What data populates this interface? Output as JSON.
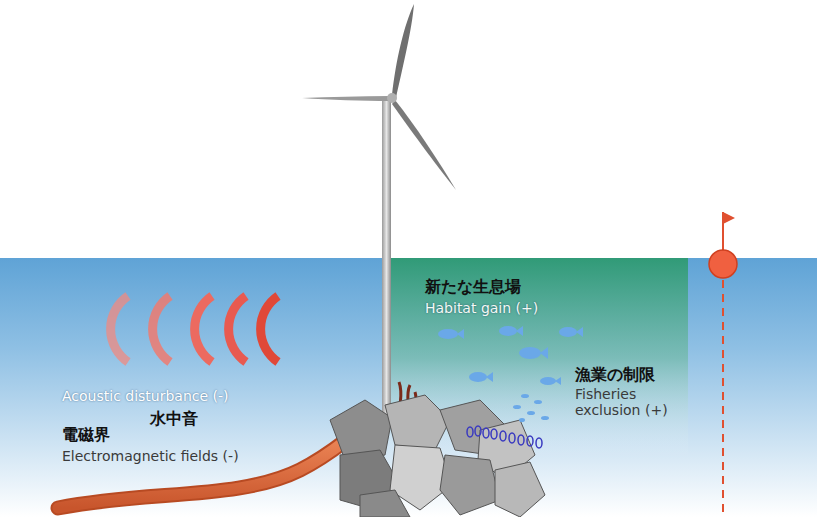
{
  "diagram": {
    "labels": [
      "新たな生息場",
      "Habitat gain (+)",
      "Acoustic disturbance (-)",
      "水中音",
      "漁業の制限",
      "Fisheries exclusion (+)",
      "電磁界",
      "Electromagnetic fields (-)"
    ]
  }
}
